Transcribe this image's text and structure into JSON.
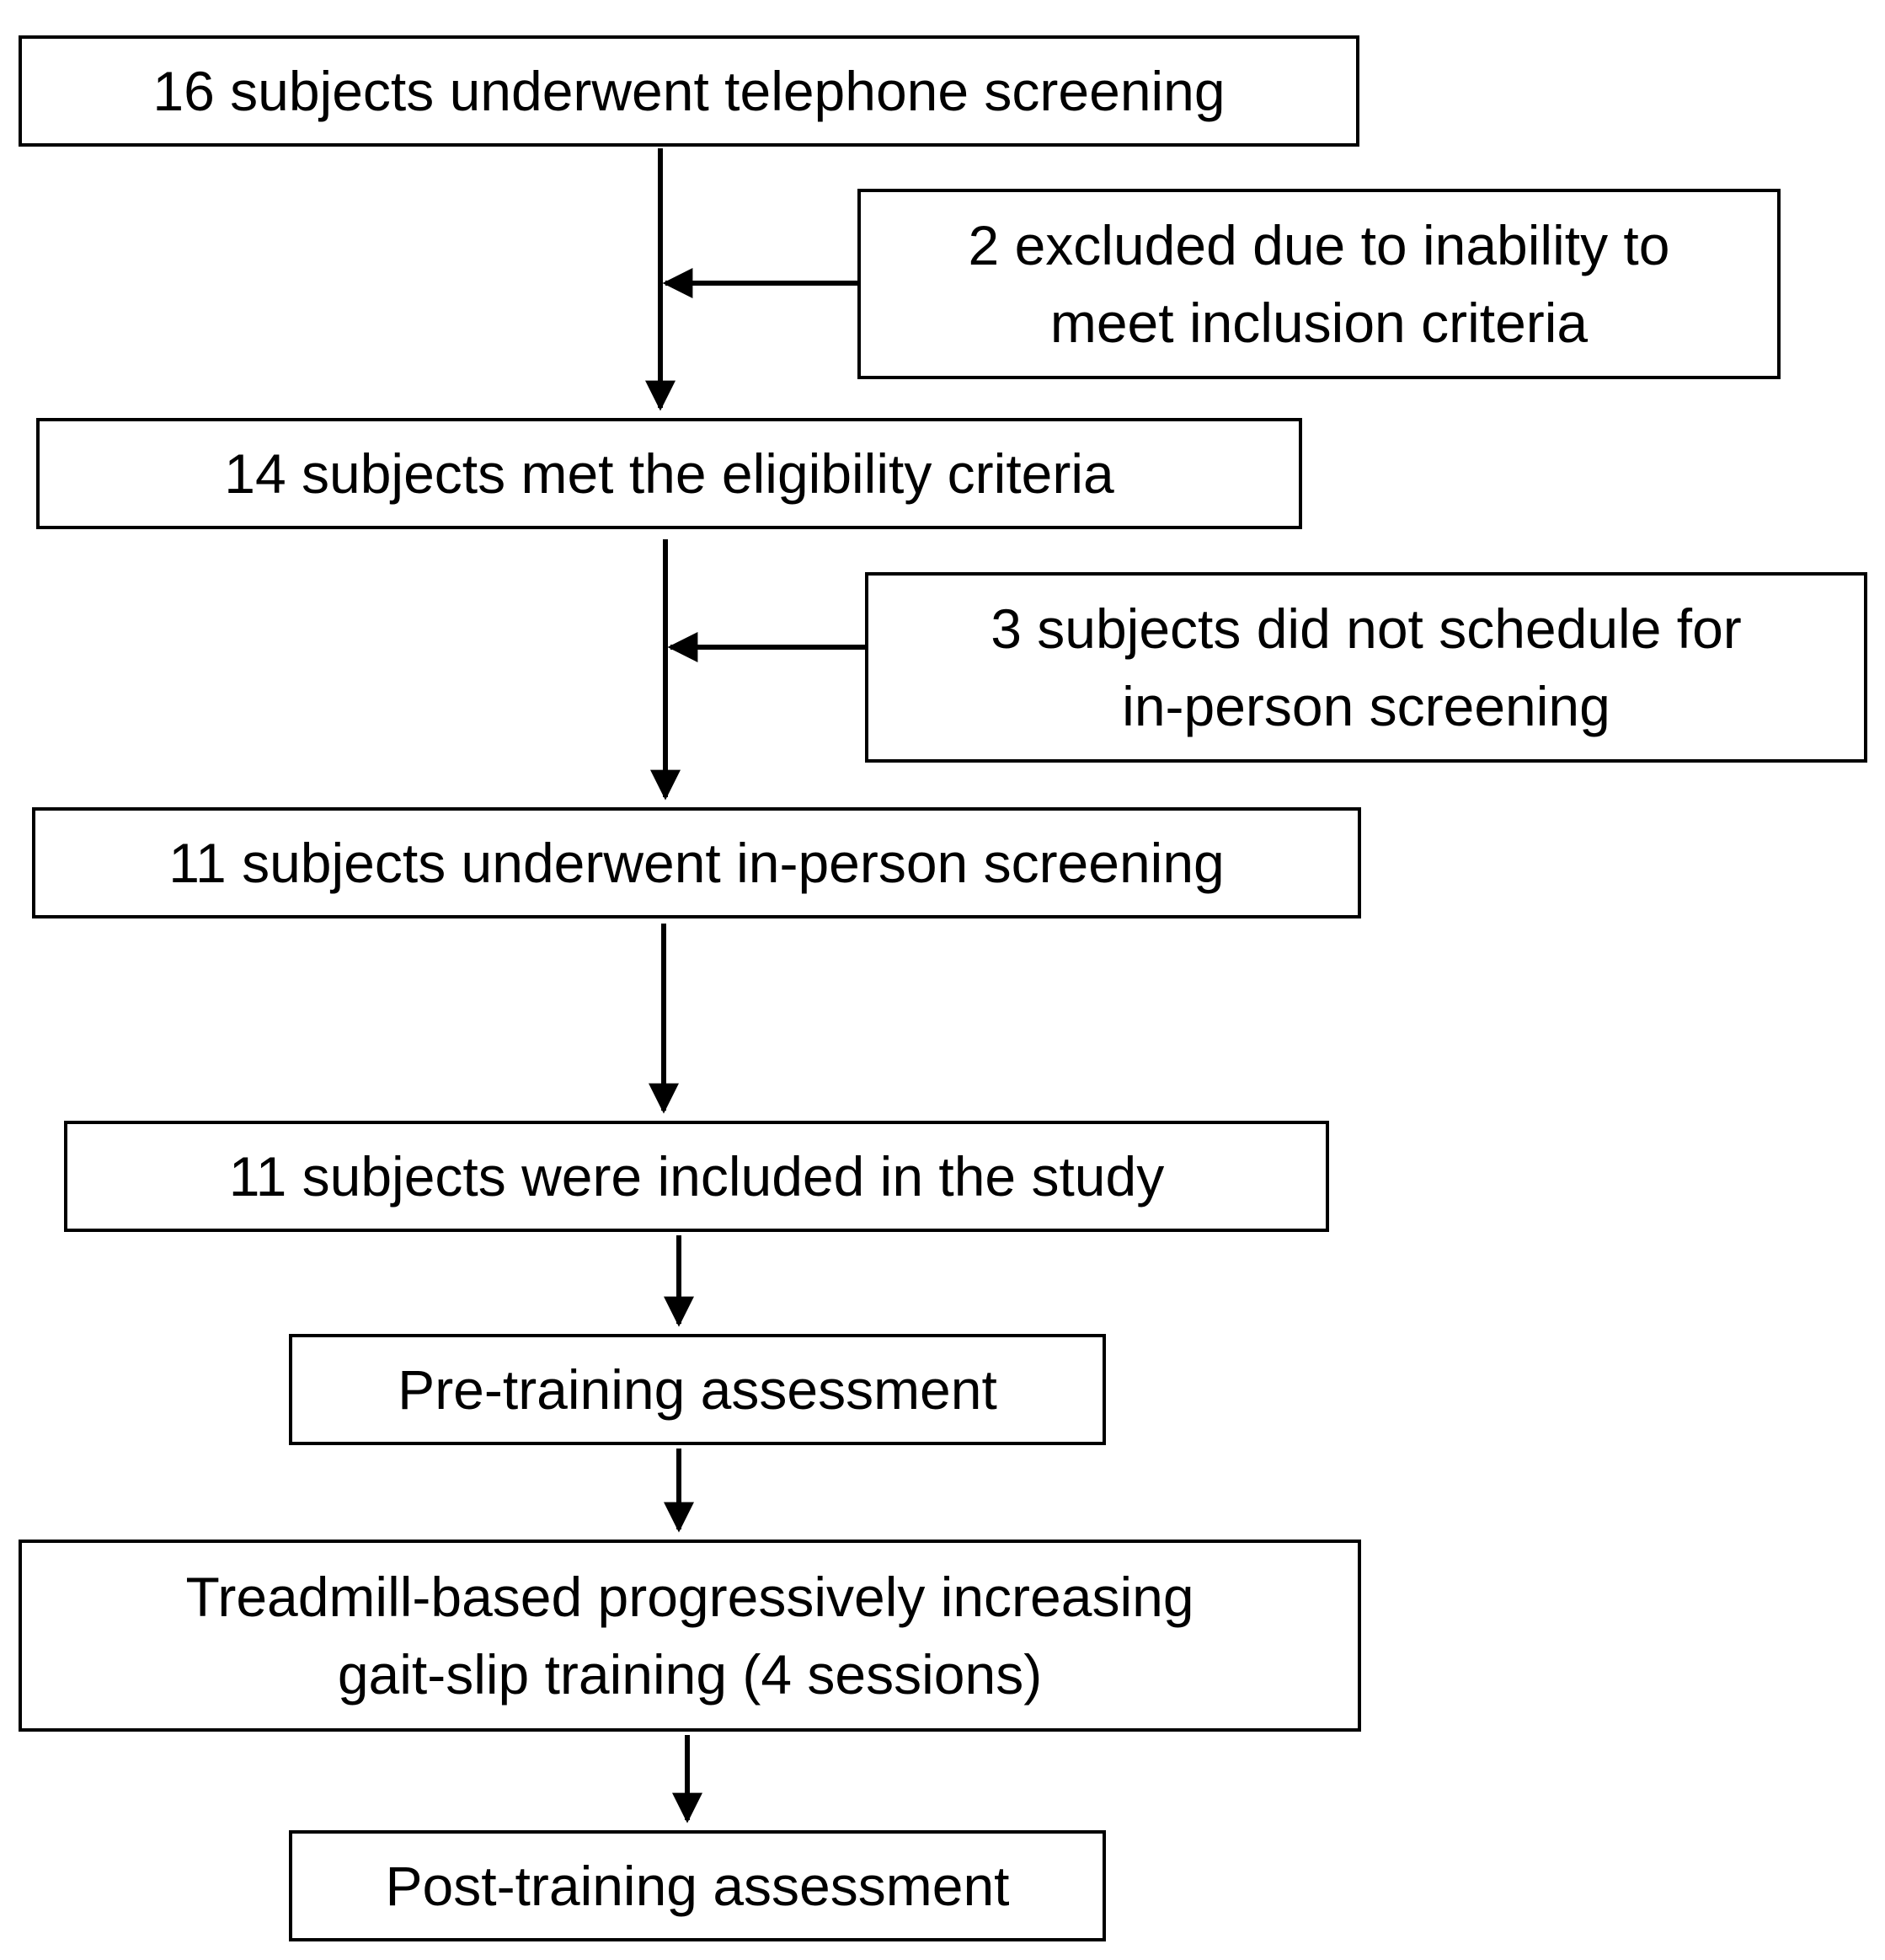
{
  "boxes": {
    "telephone_screening": {
      "lines": [
        "16 subjects underwent telephone screening"
      ]
    },
    "excluded_inclusion": {
      "lines": [
        "2 excluded due to inability to",
        "meet inclusion criteria"
      ]
    },
    "met_eligibility": {
      "lines": [
        "14 subjects met the eligibility criteria"
      ]
    },
    "did_not_schedule": {
      "lines": [
        "3 subjects did not schedule for",
        "in-person screening"
      ]
    },
    "inperson_screening": {
      "lines": [
        "11 subjects underwent in-person screening"
      ]
    },
    "included_study": {
      "lines": [
        "11 subjects were included in the study"
      ]
    },
    "pre_training": {
      "lines": [
        "Pre-training assessment"
      ]
    },
    "training": {
      "lines": [
        "Treadmill-based progressively increasing",
        "gait-slip training (4 sessions)"
      ]
    },
    "post_training": {
      "lines": [
        "Post-training assessment"
      ]
    }
  },
  "colors": {
    "stroke": "#000000",
    "background": "#ffffff"
  }
}
